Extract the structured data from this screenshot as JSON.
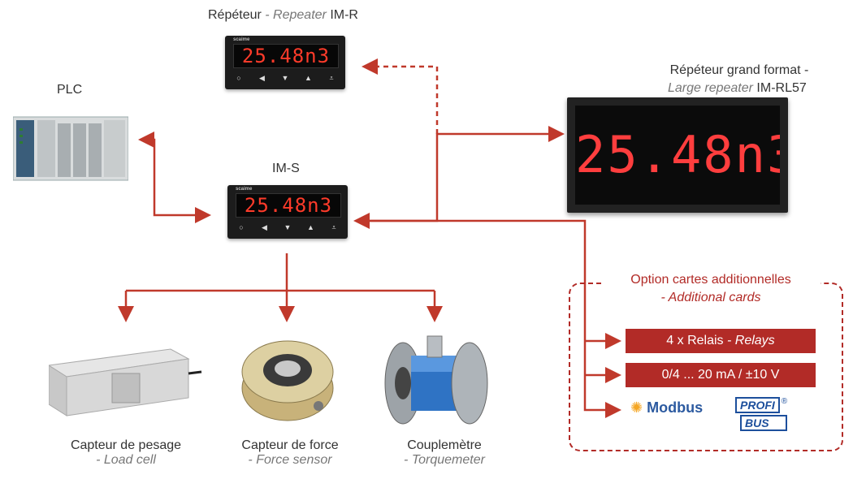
{
  "labels": {
    "repeater_fr": "Répéteur",
    "repeater_en": "- Repeater",
    "repeater_model": "IM-R",
    "large_fr": "Répéteur grand format -",
    "large_en": "Large repeater",
    "large_model": "IM-RL57",
    "plc": "PLC",
    "ims": "IM-S",
    "option_fr": "Option cartes additionnelles",
    "option_en": "- Additional cards",
    "loadcell_fr": "Capteur de pesage",
    "loadcell_en": "- Load cell",
    "force_fr": "Capteur de force",
    "force_en": "- Force sensor",
    "torque_fr": "Couplemètre",
    "torque_en": "- Torquemeter"
  },
  "displays": {
    "reading": "25.48n3",
    "brand": "scaime"
  },
  "cards": {
    "relays_fr": "4 x Relais",
    "relays_en": "- Relays",
    "analog": "0/4 ... 20 mA / ±10 V",
    "modbus": "Modbus",
    "profibus_top": "PROFI",
    "profibus_bottom": "BUS",
    "registered": "®"
  },
  "colors": {
    "accent": "#b22b27",
    "display_red": "#ff3b2a"
  }
}
